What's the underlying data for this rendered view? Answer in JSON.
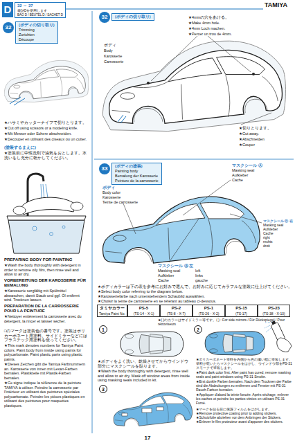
{
  "diagram": {
    "nodes": [
      {
        "text": [
          "D"
        ]
      },
      {
        "text": [
          "32 ～ 37",
          "袋詰Dを使用します",
          "BAG D / BEUTEL D / SACHET D"
        ]
      },
      {
        "text": [
          "32"
        ]
      },
      {
        "text": [
          "(ボディの切り取り)",
          "Trimming",
          "Zurichten",
          "Découpe"
        ]
      },
      {
        "text": [
          "32"
        ]
      },
      {
        "text": [
          "(ボディの切り取り)"
        ]
      },
      {
        "text": [
          "33"
        ]
      },
      {
        "text": [
          "(ボディの塗装)",
          "Painting body",
          "Bemalung der Karosserie",
          "Peinture de la carrosserie"
        ]
      },
      {
        "text": [
          "タミヤカラー",
          "Tamiya Paint No."
        ]
      },
      {
        "text": [
          "PS-5",
          "(TS-14・X-1)"
        ]
      },
      {
        "text": [
          "PS-2",
          "(TS-8・X-7)"
        ]
      },
      {
        "text": [
          "PS-1",
          "(TS-26・X-2)"
        ]
      },
      {
        "text": [
          "PS-15",
          "(TS-17)"
        ]
      },
      {
        "text": [
          "PS-23",
          "(TS-38・X-10)"
        ]
      },
      {
        "text": [
          "1"
        ]
      },
      {
        "text": [
          "2"
        ]
      },
      {
        "text": [
          "3"
        ]
      }
    ],
    "labels": [
      "TAMIYA",
      "★ハサミやカッターナイフで切りとります。",
      "★Cut off using scissors or a modeling knife.",
      "★Mit Messer oder Schere abschneiden.",
      "★Découper en utilisant des ciseaux ou un cutter.",
      "(塗装するまえに)",
      "★塗装前に中性洗剤で油気をおとします。水洗いをし充分に乾かしてください。",
      "PREPARING BODY FOR PAINTING",
      "★Wash the body thoroughly with detergent in order to remove oily film, then rinse well and allow to air dry.",
      "VORBEREITUNG DER KAROSSERIE FÜR BEMALUNG",
      "★Karosserie sorgfältig mit Spülmittel abwaschen, damit Staub und ggf. Öl entfernt wird. Trocknen lassen.",
      "PREPARATION DE LA CARROSSERIE POUR LA PEINTURE",
      "★Nettoyer entièrement la carrosserie avec du détergent, la rincer et laisser sécher.",
      "□のマークは塗装色の番号です。塗装はポリカーボネート用塗料、サイドミラーなどにはプラスチック用塗料を使ってください。",
      "★This mark denotes numbers for Tamiya Paint colors. Paint body from inside using paints for polycarbonate. Paint plastic parts using plastic paints.",
      "★Dieses Zeichen gibt die Tamiya Farbnummern an. Karosserie von innen mit Lexan-Farben bemalen. Plastikteile mit Plastik-Farben bemalen.",
      "★Ce signe indique la référence de la peinture TAMIYA à utiliser. Peindre la carrosserie par l'intérieur en utilisant des peintures spéciales polycarbonate. Peindre les pièces plastiques en utilisant des peintures pour maquettes plastiques.",
      "ボディ",
      "Body",
      "Karosserie",
      "Carrosserie",
      "★4mmの穴をあける。",
      "★Make 4mm hole.",
      "★4mm Loch machen.",
      "★Percer un trou de 4mm.",
      "★切りとります。",
      "★Cut away.",
      "★Abschneiden",
      "★Couper",
      "マスクシール Ⓐ",
      "Masking seal",
      "Aufkleber",
      "Cache",
      "ボディ",
      "Body color",
      "Karosserie",
      "Teinte de carrosserie",
      "マスクシール Ⓒ 右",
      "Masking seal",
      "Aufkleber",
      "Cache",
      "right",
      "rechts",
      "droit",
      "マスクシール Ⓑ 左",
      "Masking seal",
      "Aufkleber",
      "Cache",
      "left",
      "links",
      "gauche",
      "★ボディカラーは下の表を参考にお好みで選んで、お好みに応じてカラフルな塗装に仕上げてください。",
      "★Select body color referring to the diagram below.",
      "★Karosseriefarbe nach untenstehendem Schaubild auswählen.",
      "★Choisir la teinte de carrosserie en se référant au tableau ci-dessous.",
      "★( )のカラーはサイドミラー等です。( ) : For side mirrors / Für Rückspiegel / Pour rétroviseurs",
      "★ボディをよく洗い、乾燥させてからウインドウ部分にマスクシールを貼ります。",
      "★Wash the body thoroughly with detergent, rinse well and allow to air dry. Mask off window areas from inside using masking seals included in kit.",
      "★ポリカーボネート塗料を内側から色の濃い順に塗装します。塗料が乾いたらマスクシールをはがし、ウインドウ部をPS-31スモークで塗装します。",
      "★Paint dark color first. After paint has cured, remove masking seals and paint windows using PS-31 Smoke.",
      "★Erst dunkle Farben bemalen. Nach dem Trocknen der Farbe sind die Abdeckungen zu entfernen und Fenster mit PS-31 Rauch-Farben bemalen.",
      "★Appliquer d'abord la teinte foncée. Après séchage, enlever les caches et peindre les parties vitrées en utilisant PS-31 Fumé.",
      "★マークを貼る前に保護フィルムをはがします。",
      "★Remove protective coating prior to adding stickers.",
      "★Schutzfolie abziehen vor dem Anbringen der Stickers.",
      "★Enlever le film protecteur avant d'apposer des stickers.",
      "17"
    ]
  }
}
